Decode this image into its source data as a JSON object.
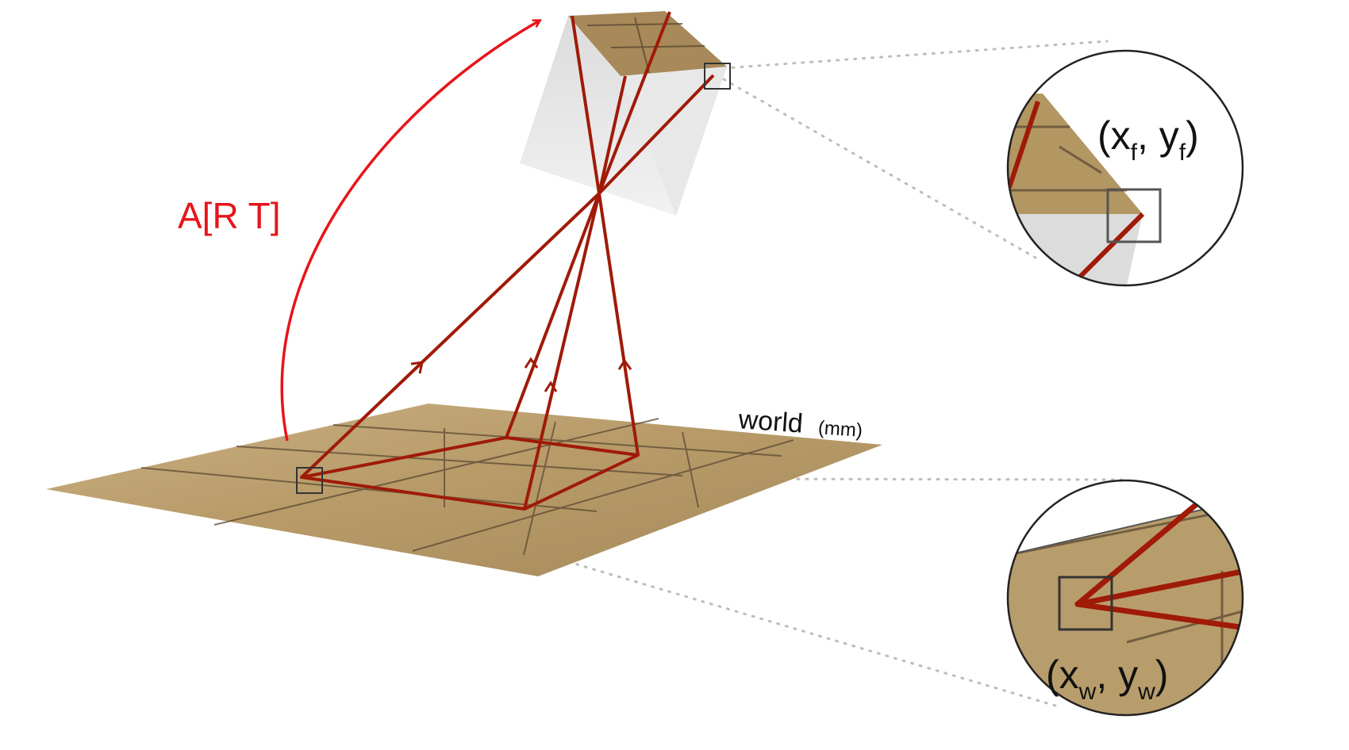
{
  "transform_label": "A[R T]",
  "world_label": {
    "main": "world",
    "unit": "(mm)"
  },
  "film_coord": {
    "open": "(x",
    "x_sub": "f",
    "sep": ", y",
    "y_sub": "f",
    "close": ")"
  },
  "world_coord": {
    "open": "(x",
    "x_sub": "w",
    "sep": ", y",
    "y_sub": "w",
    "close": ")"
  },
  "colors": {
    "ray": "#a01a08",
    "transform_arrow": "#e8141a",
    "tile_base": "#b49a66",
    "grout": "#5b4a33",
    "box_shadow": "#c9c9c9",
    "dotted_guide": "#bdbdbd",
    "marker_box": "#333333"
  }
}
